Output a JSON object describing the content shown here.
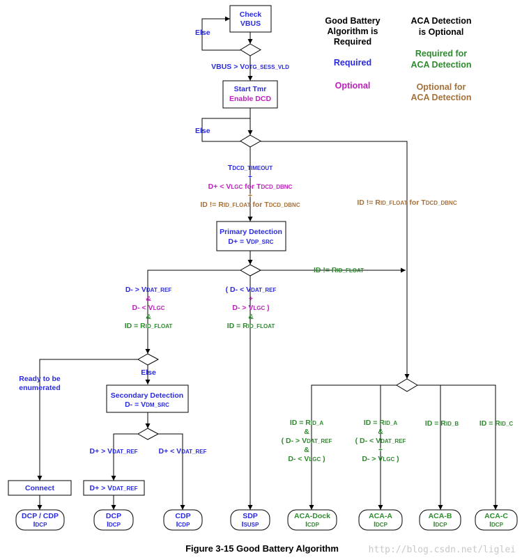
{
  "legend": {
    "good_battery": [
      "Good Battery",
      "Algorithm is",
      "Required"
    ],
    "aca_optional": [
      "ACA Detection",
      "is Optional"
    ],
    "required": "Required",
    "optional": "Optional",
    "required_for": [
      "Required for",
      "ACA Detection"
    ],
    "optional_for": [
      "Optional for",
      "ACA Detection"
    ]
  },
  "boxes": {
    "check_vbus": [
      "Check",
      "VBUS"
    ],
    "start_tmr": "Start Tmr",
    "enable_dcd": "Enable DCD",
    "primary_detection": "Primary Detection",
    "primary_cond": [
      "D+ = V",
      "DP_SRC"
    ],
    "secondary_detection": "Secondary Detection",
    "secondary_cond": [
      "D- = V",
      "DM_SRC"
    ],
    "connect": "Connect",
    "dplus_vdat": [
      "D+ > V",
      "DAT_REF"
    ]
  },
  "labels": {
    "else": "Else",
    "vbus_cond": [
      "VBUS > V",
      "OTG_SESS_VLD"
    ],
    "dcd_timeout": [
      "T",
      "DCD_TIMEOUT"
    ],
    "plus": "+",
    "vlgc_cond": [
      "D+ < V",
      "LGC",
      " for T",
      "DCD_DBNC"
    ],
    "rid_float_dbnc": [
      "ID != R",
      "ID_FLOAT",
      " for T",
      "DCD_DBNC"
    ],
    "rid_float_dbnc_right": [
      "ID != R",
      "ID_FLOAT",
      " for T",
      "DCD_DBNC"
    ],
    "id_neq_float": [
      "ID != R",
      "ID_FLOAT"
    ],
    "left_cond": {
      "l1": [
        "D-  > V",
        "DAT_REF"
      ],
      "amp": "&",
      "l2": [
        "D-  < V",
        "LGC"
      ],
      "l3": [
        "ID = R",
        "ID_FLOAT"
      ]
    },
    "mid_cond": {
      "l1": [
        "( D-  < V",
        "DAT_REF"
      ],
      "l2": [
        "D- > V",
        "LGC",
        " )"
      ],
      "l3": [
        "ID = R",
        "ID_FLOAT"
      ]
    },
    "ready": [
      "Ready to be",
      "enumerated"
    ],
    "dplus_gt": [
      "D+ > V",
      "DAT_REF"
    ],
    "dplus_lt": [
      "D+ < V",
      "DAT_REF"
    ],
    "aca_dock_cond": {
      "l1": [
        "ID = R",
        "ID_A"
      ],
      "l2": [
        "( D-  > V",
        "DAT_REF"
      ],
      "l3": [
        "D-  < V",
        "LGC",
        " )"
      ]
    },
    "aca_a_cond": {
      "l1": [
        "ID = R",
        "ID_A"
      ],
      "l2": [
        "( D-  < V",
        "DAT_REF"
      ],
      "l3": [
        "D-  > V",
        "LGC",
        " )"
      ]
    },
    "aca_b_cond": [
      "ID = R",
      "ID_B"
    ],
    "aca_c_cond": [
      "ID = R",
      "ID_C"
    ]
  },
  "terminals": {
    "dcp_cdp": [
      "DCP / CDP",
      "I",
      "DCP"
    ],
    "dcp": [
      "DCP",
      "I",
      "DCP"
    ],
    "cdp": [
      "CDP",
      "I",
      "CDP"
    ],
    "sdp": [
      "SDP",
      "I",
      "SUSP"
    ],
    "aca_dock": [
      "ACA-Dock",
      "I",
      "CDP"
    ],
    "aca_a": [
      "ACA-A",
      "I",
      "DCP"
    ],
    "aca_b": [
      "ACA-B",
      "I",
      "DCP"
    ],
    "aca_c": [
      "ACA-C",
      "I",
      "DCP"
    ]
  },
  "caption": "Figure 3-15  Good Battery Algorithm",
  "watermark": "http://blog.csdn.net/liglei",
  "colors": {
    "required": "#2a2ae0",
    "optional": "#c020c0",
    "required_aca": "#2e8b2e",
    "optional_aca": "#a5713a"
  }
}
